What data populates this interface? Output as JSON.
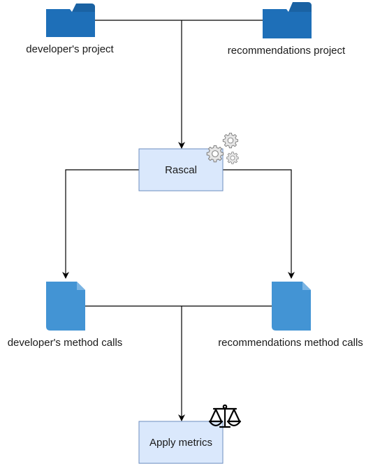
{
  "nodes": {
    "dev_project": {
      "label": "developer's project",
      "icon": "folder-icon"
    },
    "rec_project": {
      "label": "recommendations project",
      "icon": "folder-icon"
    },
    "rascal": {
      "label": "Rascal",
      "icon": "gears-icon"
    },
    "dev_calls": {
      "label": "developer's method calls",
      "icon": "document-icon"
    },
    "rec_calls": {
      "label": "recommendations method calls",
      "icon": "document-icon"
    },
    "metrics": {
      "label": "Apply metrics",
      "icon": "scales-icon"
    }
  },
  "colors": {
    "folder": "#1e6fb8",
    "folder_tab": "#1a62a3",
    "document": "#4394d4",
    "document_fold": "#7ab4e3",
    "process_fill": "#dae8fc",
    "process_stroke": "#6c8ebf",
    "edge": "#000000",
    "gear_fill": "#e6e6e6",
    "gear_stroke": "#808080"
  }
}
